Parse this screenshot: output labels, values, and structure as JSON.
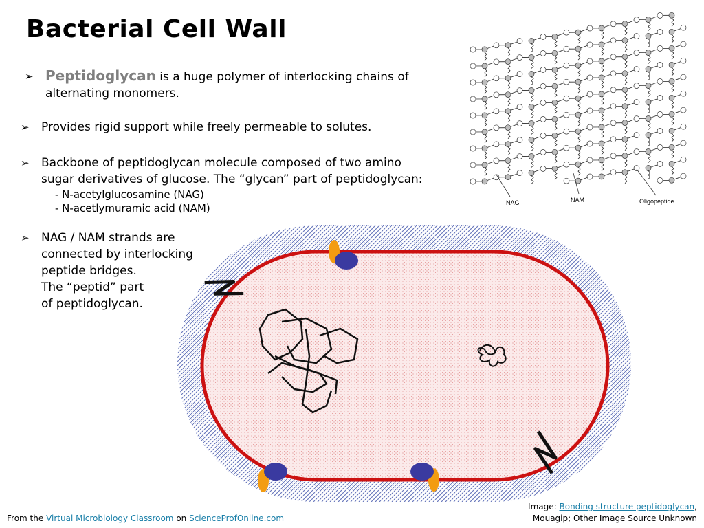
{
  "title": "Bacterial Cell Wall",
  "bullets": {
    "b1": {
      "term": "Peptidoglycan",
      "line1": " is a huge polymer of interlocking chains of",
      "line2": "alternating monomers."
    },
    "b2": {
      "text": "Provides rigid support while freely permeable to solutes."
    },
    "b3": {
      "line1": "Backbone of peptidoglycan molecule composed of two amino",
      "line2": "sugar derivatives of glucose. The “glycan” part of peptidoglycan:",
      "sub1": "- N-acetylglucosamine (NAG)",
      "sub2": "- N-acetlymuramic acid  (NAM)"
    },
    "b4": {
      "lines": [
        "NAG / NAM strands are",
        "connected by interlocking",
        "peptide bridges.",
        "The “peptid” part",
        "of peptidoglycan."
      ]
    }
  },
  "lattice_labels": {
    "nag": "NAG",
    "nam": "NAM",
    "oligo": "Oligopeptide"
  },
  "credit": {
    "prefix": "Image: ",
    "link": "Bonding structure peptidoglycan",
    "comma": ",",
    "line2": "Mouagip; Other Image Source Unknown"
  },
  "footer": {
    "prefix": "From the ",
    "link1": "Virtual Microbiology Classroom",
    "middle": " on ",
    "link2": "ScienceProfOnline.com"
  },
  "colors": {
    "term_gray": "#7f7f7f",
    "cell_border": "#cc1111",
    "wall_blue": "#3b4fa8",
    "protein_blue": "#3a3aa0",
    "protein_orange": "#f39c12",
    "link": "#1a7fa8"
  },
  "icons": {
    "bullet": "arrowhead-bullet-icon"
  }
}
